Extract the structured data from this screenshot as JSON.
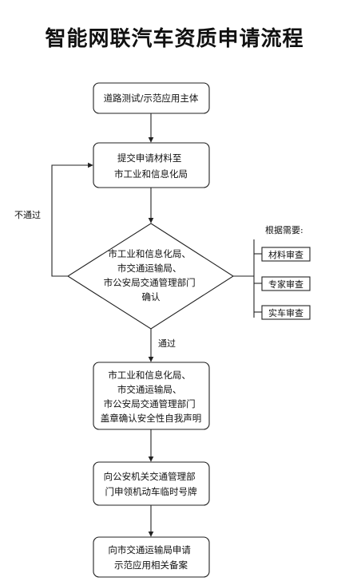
{
  "title": "智能网联汽车资质申请流程",
  "steps": {
    "step1": [
      "道路测试/示范应用主体"
    ],
    "step2": [
      "提交申请材料至",
      "市工业和信息化局"
    ],
    "decision": [
      "市工业和信息化局、",
      "市交通运输局、",
      "市公安局交通管理部门",
      "确认"
    ],
    "step4": [
      "市工业和信息化局、",
      "市交通运输局、",
      "市公安局交通管理部门",
      "盖章确认安全性自我声明"
    ],
    "step5": [
      "向公安机关交通管理部",
      "门申领机动车临时号牌"
    ],
    "step6": [
      "向市交通运输局申请",
      "示范应用相关备案"
    ]
  },
  "edges": {
    "not_pass": "不通过",
    "pass": "通过"
  },
  "review": {
    "heading": "根据需要:",
    "items": [
      "材料审查",
      "专家审查",
      "实车审查"
    ]
  },
  "colors": {
    "stroke": "#222222",
    "text": "#111111",
    "background": "#ffffff"
  }
}
